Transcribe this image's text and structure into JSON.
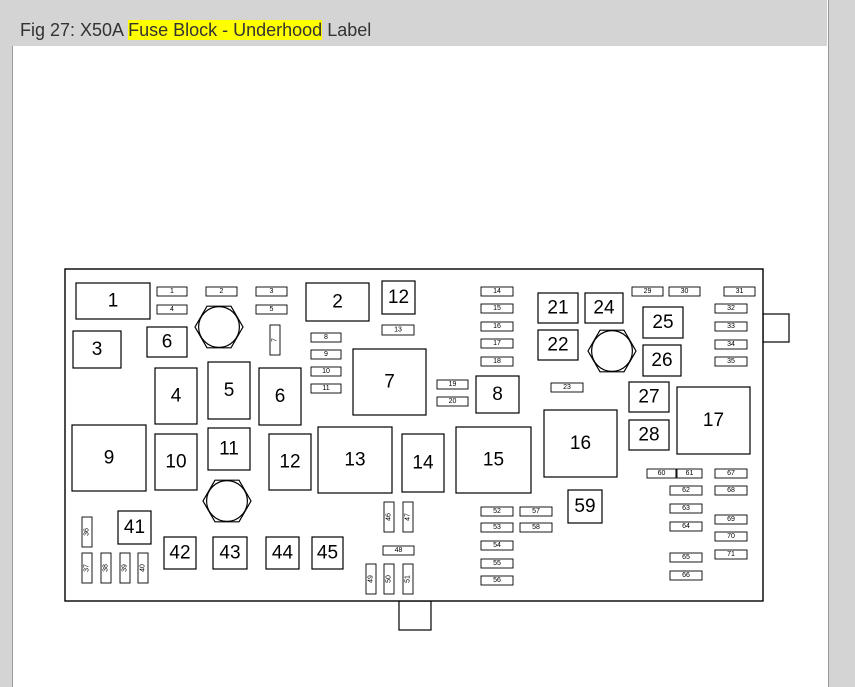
{
  "caption": {
    "prefix": "Fig 27: X50A ",
    "highlight": "Fuse Block - Underhood",
    "suffix": " Label"
  },
  "colors": {
    "highlight": "#ffff00",
    "title_bar": "#d4d4d4"
  },
  "diagram": {
    "slots": [
      "1",
      "2",
      "12",
      "13",
      "21",
      "24",
      "25",
      "26",
      "22",
      "3",
      "6",
      "7",
      "8",
      "4",
      "5",
      "6",
      "27",
      "28",
      "17",
      "16",
      "9",
      "10",
      "11",
      "12",
      "13",
      "14",
      "15",
      "59",
      "41",
      "42",
      "43",
      "44",
      "45",
      "1",
      "2",
      "3",
      "4",
      "5",
      "7",
      "8",
      "9",
      "10",
      "11",
      "14",
      "15",
      "16",
      "17",
      "18",
      "19",
      "20",
      "23",
      "29",
      "30",
      "31",
      "32",
      "33",
      "34",
      "35",
      "36",
      "37",
      "38",
      "39",
      "40",
      "46",
      "47",
      "48",
      "49",
      "50",
      "51",
      "52",
      "53",
      "54",
      "55",
      "56",
      "57",
      "58",
      "60",
      "61",
      "62",
      "63",
      "64",
      "65",
      "66",
      "67",
      "68",
      "69",
      "70",
      "71"
    ]
  }
}
